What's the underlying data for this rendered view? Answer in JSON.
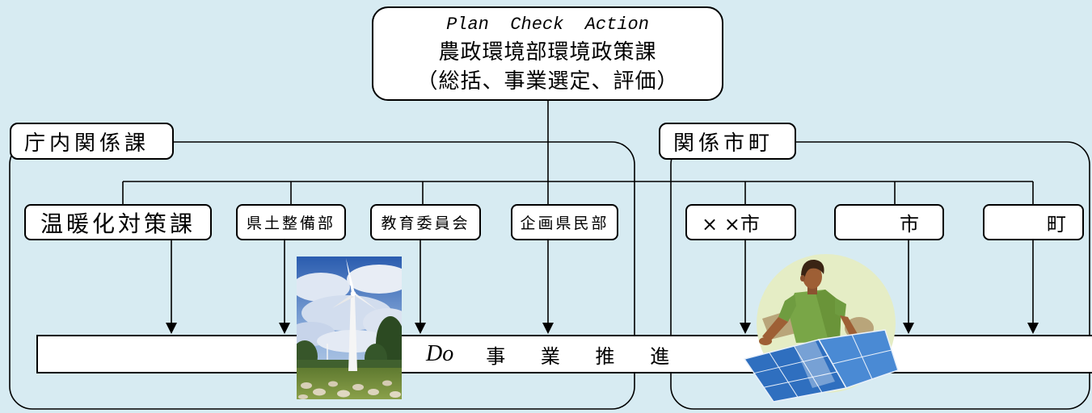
{
  "colors": {
    "background": "#d7ebf2",
    "box_fill": "#ffffff",
    "line": "#000000"
  },
  "top_box": {
    "line1": "Plan  Check  Action",
    "line2": "農政環境部環境政策課",
    "line3": "（総括、事業選定、評価）"
  },
  "left_group": {
    "label": "庁内関係課",
    "departments": [
      "温暖化対策課",
      "県土整備部",
      "教育委員会",
      "企画県民部"
    ]
  },
  "right_group": {
    "label": "関係市町",
    "municipalities": [
      "× ×市",
      "市",
      "町"
    ]
  },
  "do_bar": {
    "label": "Do",
    "text": "事 業 推 進"
  },
  "images": {
    "left": "wind-turbine-photo",
    "right": "solar-panel-worker-illustration"
  }
}
